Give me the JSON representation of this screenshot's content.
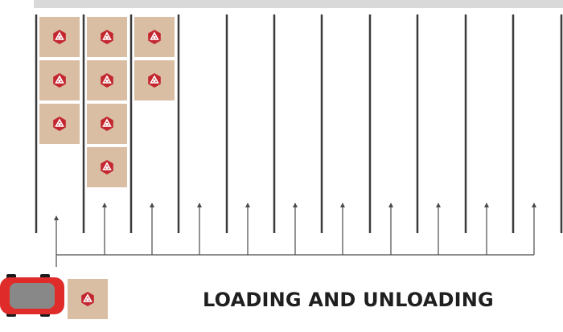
{
  "caption": "LOADING AND UNLOADING",
  "colors": {
    "rail": "#d9d9d9",
    "divider": "#3a3a3a",
    "box": "#d9bea3",
    "logo": "#c3262f",
    "logo_inner": "#ffffff",
    "arrow": "#4a4a4a",
    "vehicle_body": "#e02b2b",
    "vehicle_panel": "#888888",
    "wheel": "#1a1a1a"
  },
  "icons": {
    "box_logo": "hexagon-logo-icon",
    "vehicle": "forklift-vehicle-icon"
  },
  "aisles": [
    {
      "boxes": 3
    },
    {
      "boxes": 4
    },
    {
      "boxes": 2
    },
    {
      "boxes": 0
    },
    {
      "boxes": 0
    },
    {
      "boxes": 0
    },
    {
      "boxes": 0
    },
    {
      "boxes": 0
    },
    {
      "boxes": 0
    },
    {
      "boxes": 0
    },
    {
      "boxes": 0
    }
  ]
}
